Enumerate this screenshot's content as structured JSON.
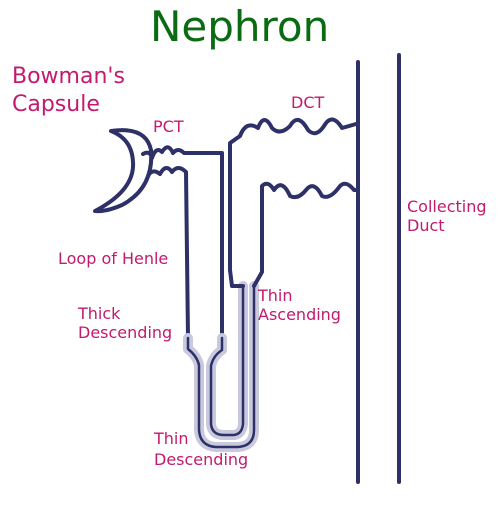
{
  "title": "Nephron",
  "labels": {
    "bowmans_capsule": [
      "Bowman's",
      "Capsule"
    ],
    "pct": "PCT",
    "dct": "DCT",
    "loop_of_henle": "Loop of Henle",
    "thick_descending": [
      "Thick",
      "Descending"
    ],
    "thin_ascending": [
      "Thin",
      "Ascending"
    ],
    "thin_descending": [
      "Thin",
      "Descending"
    ],
    "collecting_duct": [
      "Collecting",
      "Duct"
    ]
  },
  "colors": {
    "title": "#0b6b12",
    "labels": "#c21a6e",
    "tubule": "#2e3168",
    "thin_segment_glow": "#c9c9dd"
  }
}
